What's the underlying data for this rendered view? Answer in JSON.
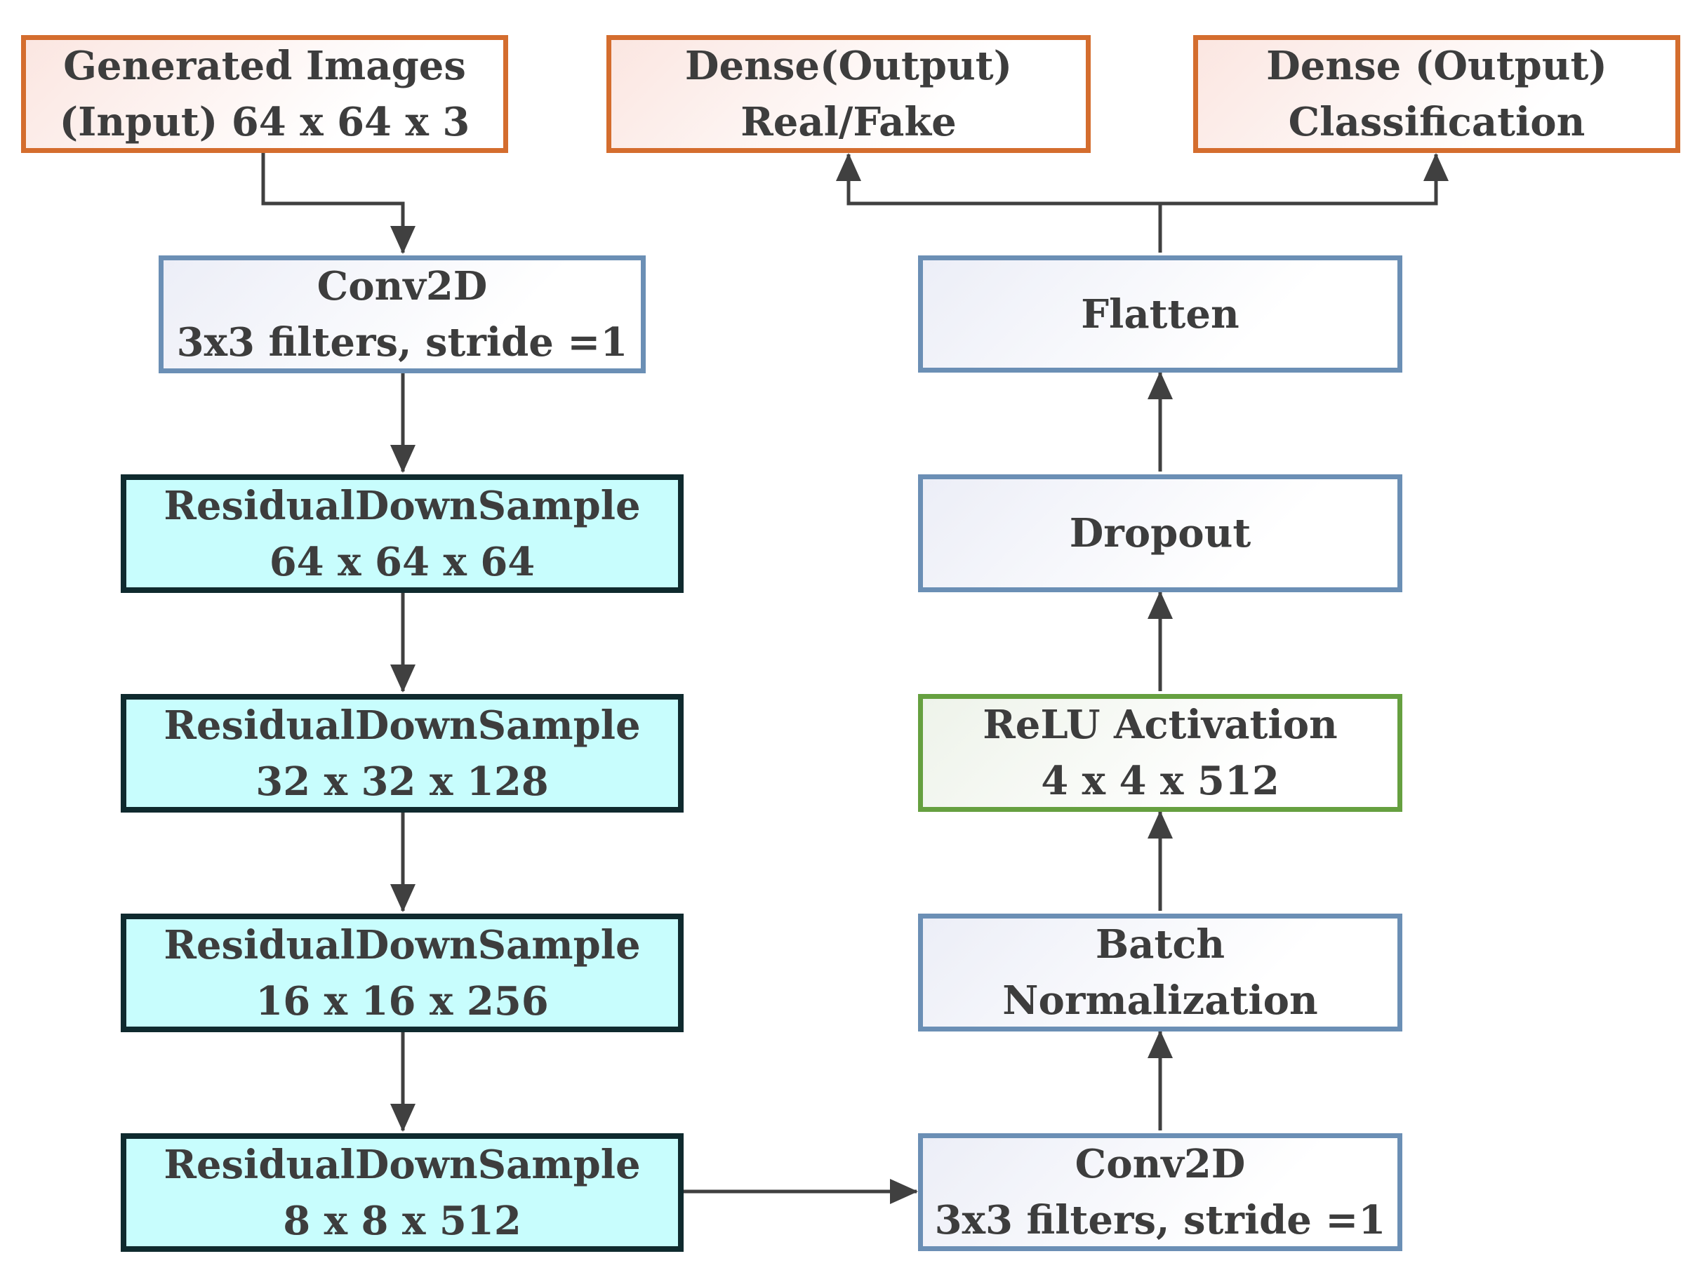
{
  "diagram": {
    "nodes": {
      "input": [
        "Generated Images",
        "(Input) 64 x 64 x 3"
      ],
      "out_realfake": [
        "Dense(Output)",
        "Real/Fake"
      ],
      "out_class": [
        "Dense (Output)",
        "Classification"
      ],
      "conv_left": [
        "Conv2D",
        "3x3 filters, stride =1"
      ],
      "res1": [
        "ResidualDownSample",
        "64 x 64 x 64"
      ],
      "res2": [
        "ResidualDownSample",
        "32 x 32 x 128"
      ],
      "res3": [
        "ResidualDownSample",
        "16 x 16 x 256"
      ],
      "res4": [
        "ResidualDownSample",
        "8 x 8 x 512"
      ],
      "flatten": [
        "Flatten"
      ],
      "dropout": [
        "Dropout"
      ],
      "relu": [
        "ReLU Activation",
        "4 x 4 x 512"
      ],
      "batchnorm": [
        "Batch",
        "Normalization"
      ],
      "conv_right": [
        "Conv2D",
        "3x3 filters, stride =1"
      ]
    },
    "edges": [
      [
        "input",
        "conv_left"
      ],
      [
        "conv_left",
        "res1"
      ],
      [
        "res1",
        "res2"
      ],
      [
        "res2",
        "res3"
      ],
      [
        "res3",
        "res4"
      ],
      [
        "res4",
        "conv_right"
      ],
      [
        "conv_right",
        "batchnorm"
      ],
      [
        "batchnorm",
        "relu"
      ],
      [
        "relu",
        "dropout"
      ],
      [
        "dropout",
        "flatten"
      ],
      [
        "flatten",
        "out_realfake"
      ],
      [
        "flatten",
        "out_class"
      ]
    ],
    "colors": {
      "arrow": "#404040",
      "output_border": "#d46d2e",
      "layer_border": "#6b8fb5",
      "residual_border": "#0f2a2e",
      "residual_fill": "#c8fdfd",
      "activation_border": "#66a040",
      "text": "#3d3d3d"
    }
  }
}
